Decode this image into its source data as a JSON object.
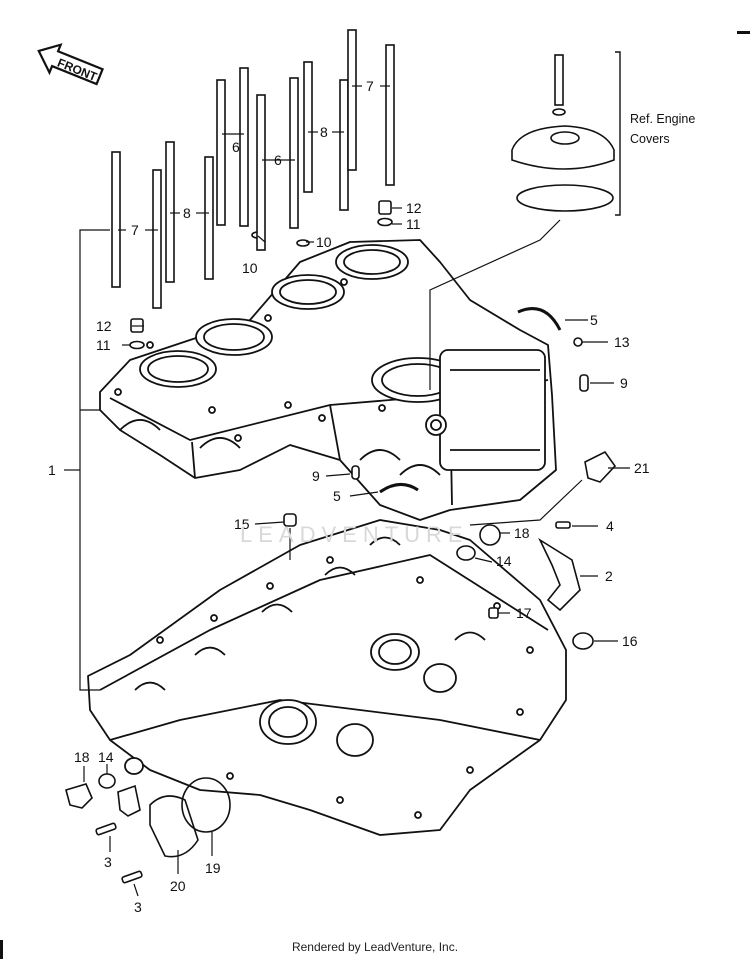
{
  "front_badge": "FRONT",
  "ref_note": {
    "line1": "Ref. Engine",
    "line2": "Covers"
  },
  "watermark": "LEADVENTURE",
  "footer": "Rendered by LeadVenture, Inc.",
  "callouts": {
    "c1": "1",
    "c2": "2",
    "c3a": "3",
    "c3b": "3",
    "c4": "4",
    "c5a": "5",
    "c5b": "5",
    "c6a": "6",
    "c6b": "6",
    "c7a": "7",
    "c7b": "7",
    "c8a": "8",
    "c8b": "8",
    "c9a": "9",
    "c9b": "9",
    "c10a": "10",
    "c10b": "10",
    "c11a": "11",
    "c11b": "11",
    "c12a": "12",
    "c12b": "12",
    "c13": "13",
    "c14a": "14",
    "c14b": "14",
    "c15": "15",
    "c16": "16",
    "c17": "17",
    "c18a": "18",
    "c18b": "18",
    "c19": "19",
    "c20": "20",
    "c21": "21"
  }
}
